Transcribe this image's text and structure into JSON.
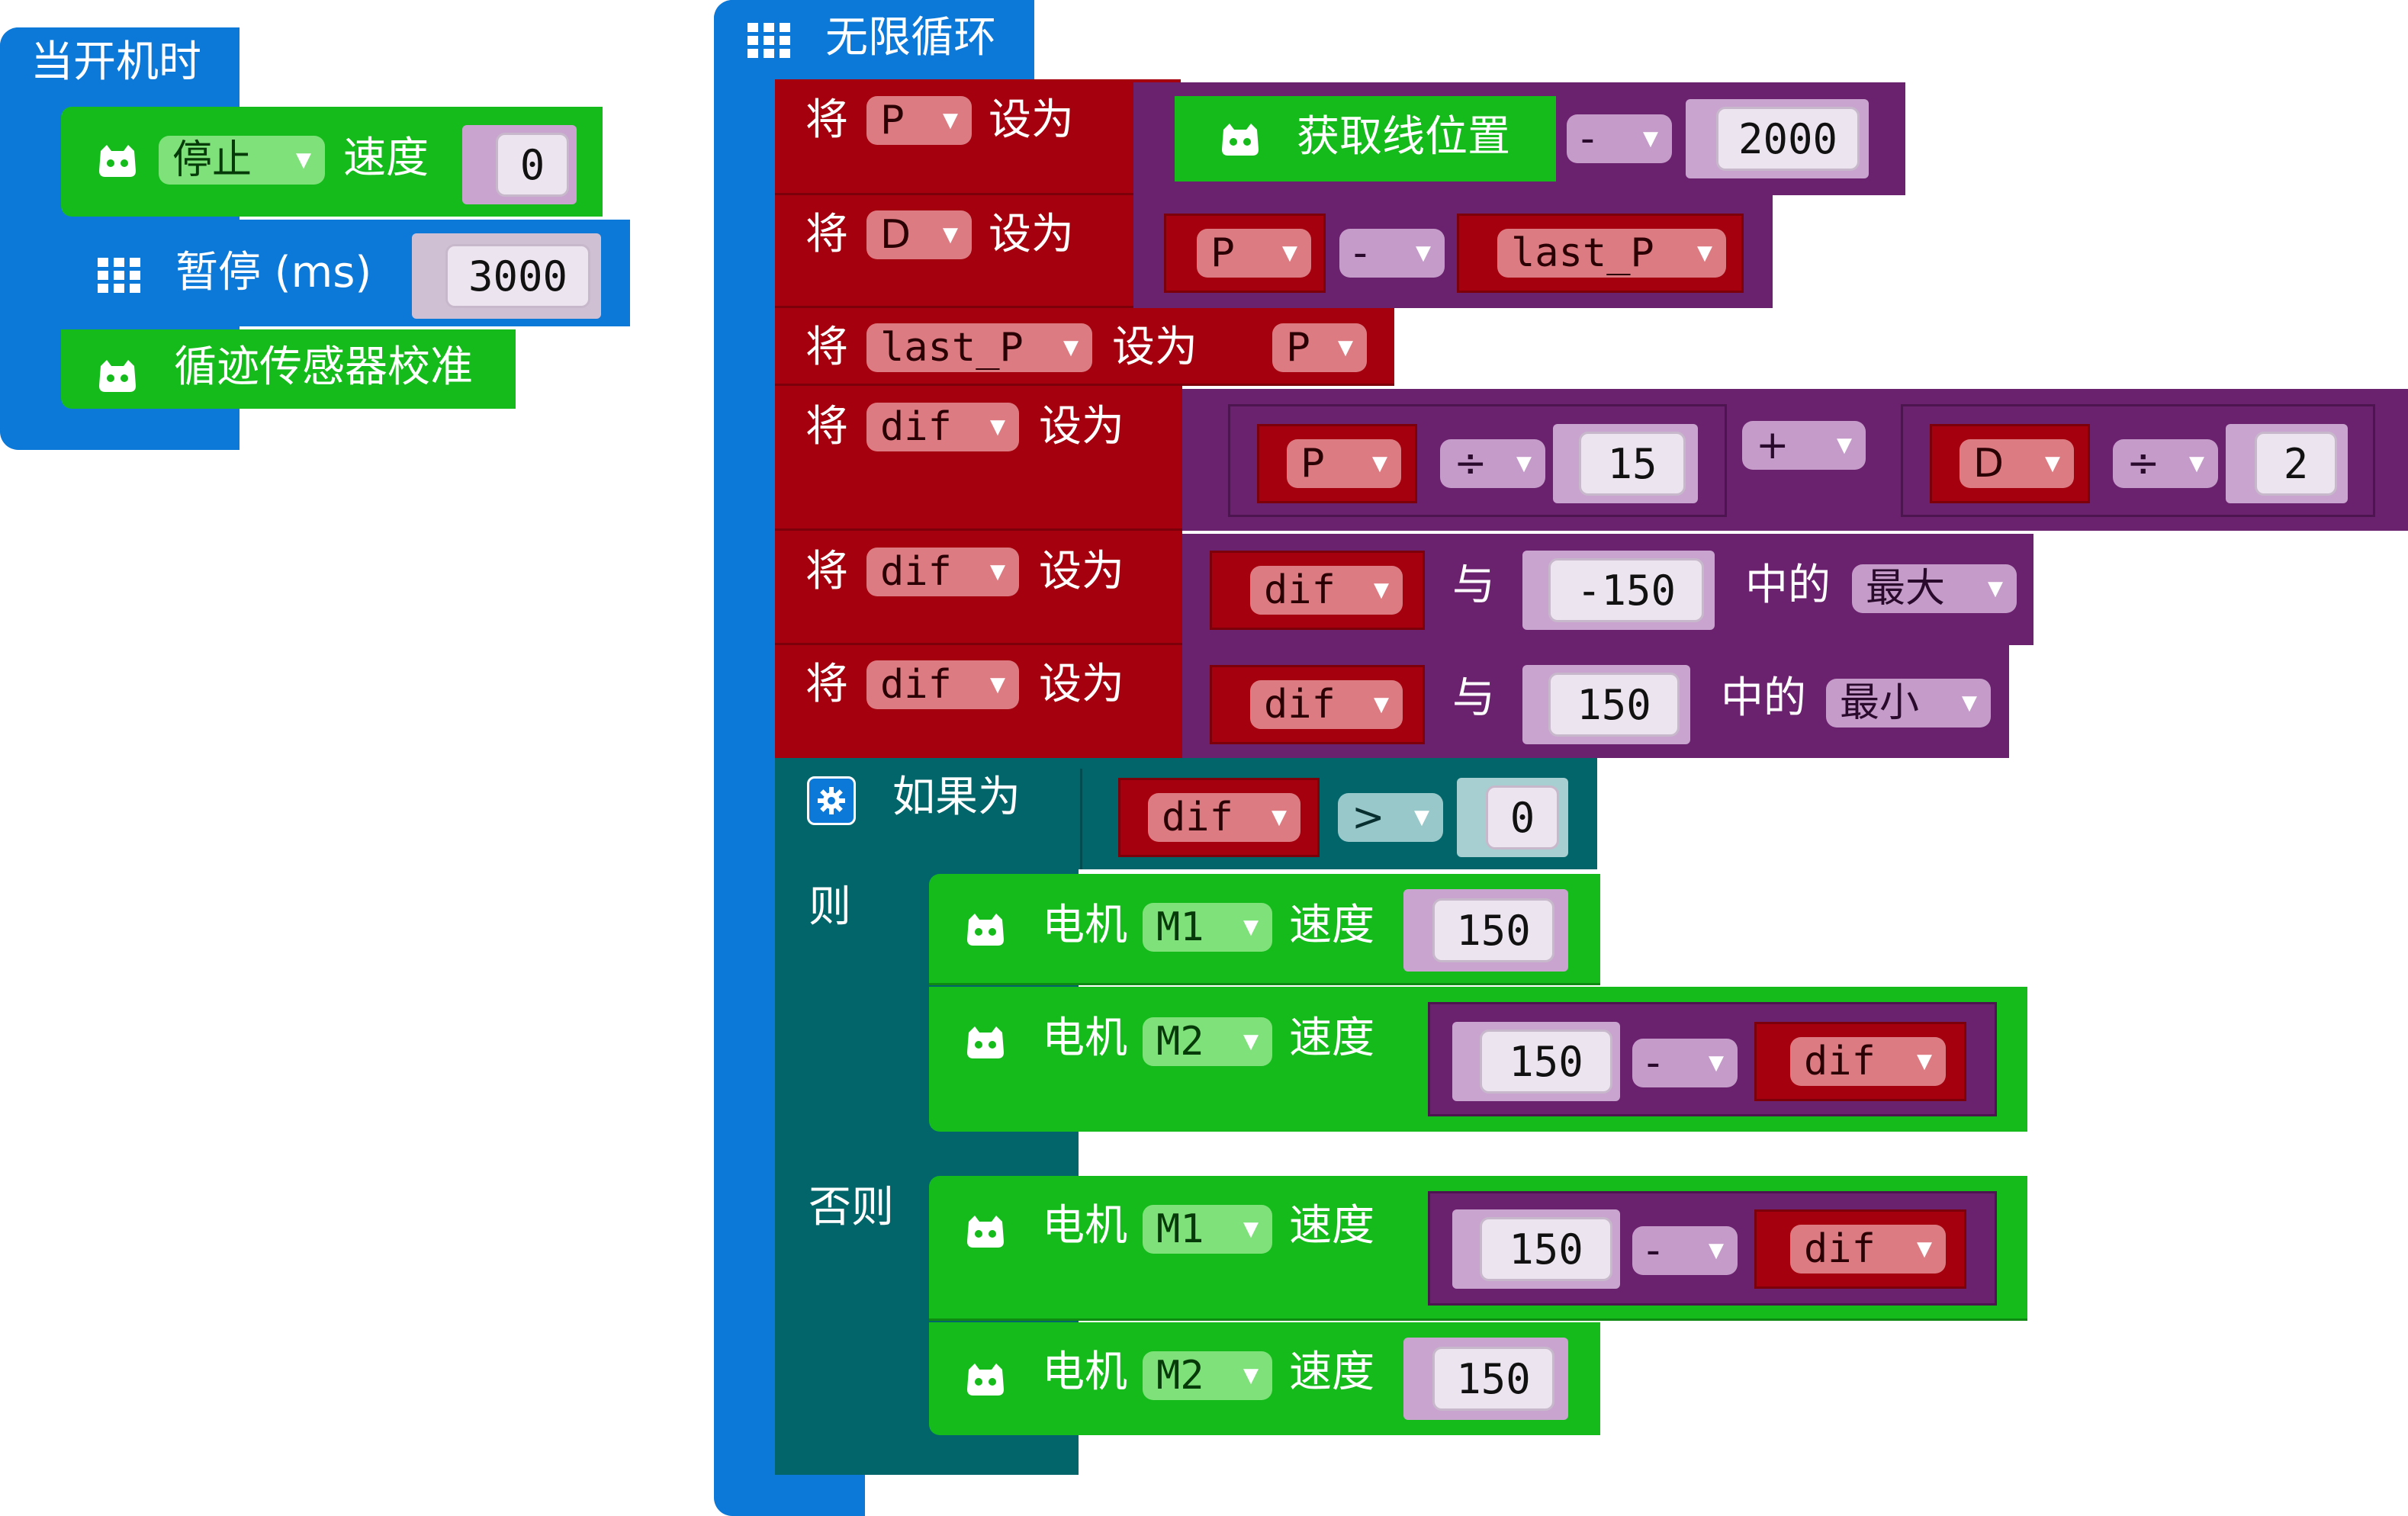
{
  "colors": {
    "control_blue": "#0c79d8",
    "robot_green": "#14bb1a",
    "variable_red": "#a4000d",
    "math_purple": "#6b226e",
    "logic_teal": "#01656a"
  },
  "on_start": {
    "hat_label": "当开机时",
    "stop_block": {
      "icon": "robot-icon",
      "mode": "停止",
      "speed_label": "速度",
      "speed_value": "0"
    },
    "pause_block": {
      "icon": "grid-icon",
      "label": "暂停 (ms)",
      "value": "3000"
    },
    "calibrate_block": {
      "icon": "robot-icon",
      "label": "循迹传感器校准"
    }
  },
  "forever": {
    "hat_label": "无限循环",
    "set_word": "将",
    "to_word": "设为",
    "set_p": {
      "var": "P",
      "sensor_label": "获取线位置",
      "op": "-",
      "value": "2000"
    },
    "set_d": {
      "var": "D",
      "left": "P",
      "op": "-",
      "right": "last_P"
    },
    "set_last_p": {
      "var": "last_P",
      "value": "P"
    },
    "set_dif_1": {
      "var": "dif",
      "left_var": "P",
      "left_op": "÷",
      "left_num": "15",
      "op": "+",
      "right_var": "D",
      "right_op": "÷",
      "right_num": "2"
    },
    "set_dif_2": {
      "var": "dif",
      "arg_var": "dif",
      "and_word": "与",
      "num": "-150",
      "of_word": "中的",
      "func": "最大"
    },
    "set_dif_3": {
      "var": "dif",
      "arg_var": "dif",
      "and_word": "与",
      "num": "150",
      "of_word": "中的",
      "func": "最小"
    },
    "if_block": {
      "if_label": "如果为",
      "cond_var": "dif",
      "cond_op": ">",
      "cond_value": "0",
      "then_label": "则",
      "else_label": "否则",
      "motor_label": "电机",
      "speed_label": "速度",
      "then_m1": {
        "motor": "M1",
        "value": "150"
      },
      "then_m2": {
        "motor": "M2",
        "num": "150",
        "op": "-",
        "var": "dif"
      },
      "else_m1": {
        "motor": "M1",
        "num": "150",
        "op": "-",
        "var": "dif"
      },
      "else_m2": {
        "motor": "M2",
        "value": "150"
      }
    }
  }
}
